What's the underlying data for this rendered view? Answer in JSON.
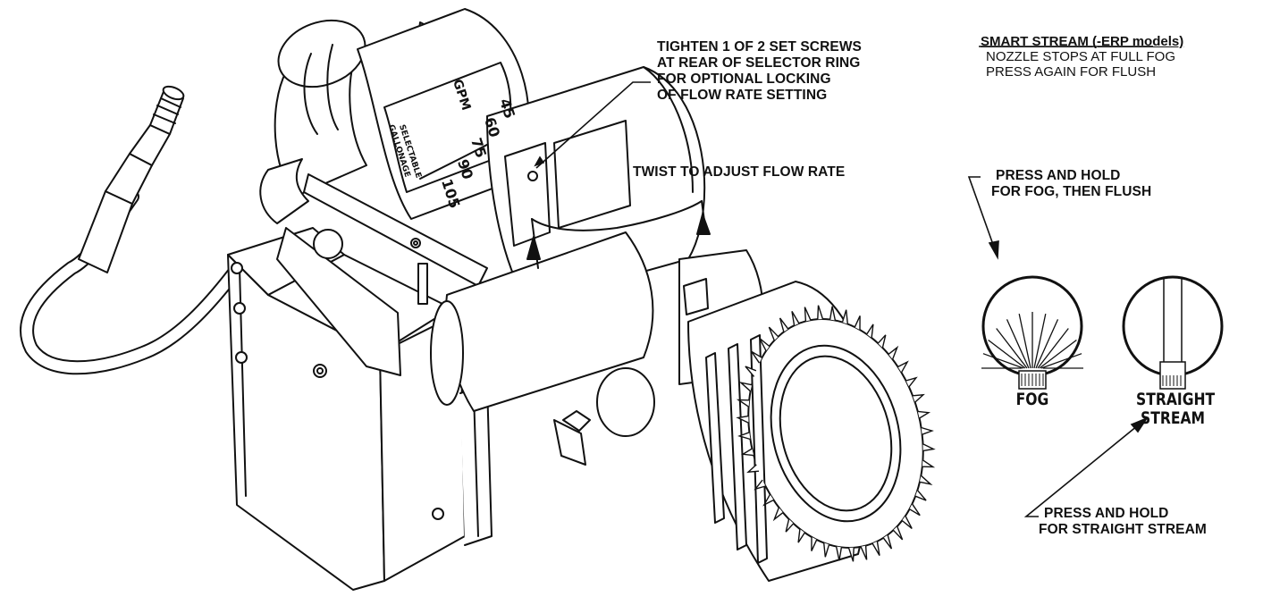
{
  "callouts": {
    "set_screws": [
      "TIGHTEN 1 OF 2 SET SCREWS",
      "AT REAR OF SELECTOR RING",
      "FOR OPTIONAL LOCKING",
      "OF FLOW RATE SETTING"
    ],
    "twist": "TWIST TO ADJUST FLOW RATE",
    "fog_press": [
      "PRESS AND HOLD",
      "FOR FOG, THEN FLUSH"
    ],
    "straight_press": [
      "PRESS AND HOLD",
      "FOR STRAIGHT STREAM"
    ]
  },
  "smart_stream": {
    "heading": "SMART STREAM (-ERP models)",
    "lines": [
      "NOZZLE STOPS AT FULL FOG",
      "PRESS AGAIN FOR FLUSH"
    ]
  },
  "patterns": {
    "fog": "FOG",
    "straight": [
      "STRAIGHT",
      "STREAM"
    ]
  },
  "selector_ring": {
    "marks": [
      "105",
      "90",
      "75",
      "60",
      "45"
    ],
    "brand_lines": [
      "SELECTABLE",
      "GALLONAGE"
    ],
    "unit": "GPM"
  },
  "colors": {
    "ink": "#111111",
    "background": "#ffffff"
  }
}
